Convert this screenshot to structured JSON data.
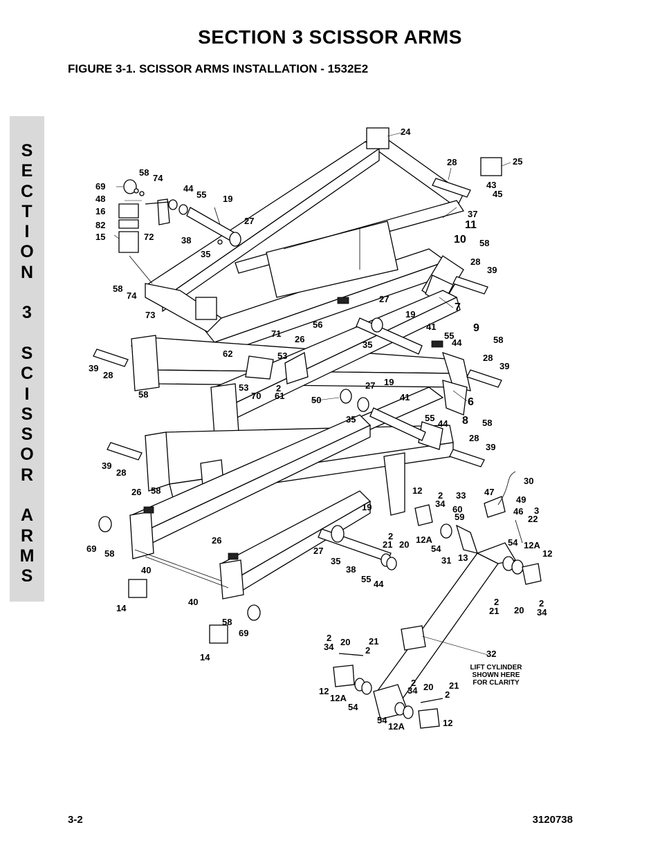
{
  "header": {
    "section_title": "SECTION 3   SCISSOR ARMS",
    "figure_title": "FIGURE 3-1.    SCISSOR ARMS INSTALLATION - 1532E2"
  },
  "side_tab": {
    "letters": [
      "S",
      "E",
      "C",
      "T",
      "I",
      "O",
      "N",
      " ",
      "3",
      " ",
      "S",
      "C",
      "I",
      "S",
      "S",
      "O",
      "R",
      " ",
      "A",
      "R",
      "M",
      "S"
    ]
  },
  "diagram": {
    "note": [
      "LIFT CYLINDER",
      "SHOWN HERE",
      "FOR CLARITY"
    ],
    "callouts": [
      "24",
      "25",
      "28",
      "43",
      "45",
      "37",
      "11",
      "10",
      "58",
      "28",
      "39",
      "7",
      "58",
      "74",
      "69",
      "48",
      "16",
      "82",
      "15",
      "72",
      "44",
      "55",
      "19",
      "27",
      "38",
      "35",
      "58",
      "74",
      "73",
      "27",
      "19",
      "41",
      "55",
      "44",
      "9",
      "58",
      "28",
      "39",
      "6",
      "35",
      "56",
      "26",
      "71",
      "53",
      "62",
      "53",
      "70",
      "2",
      "61",
      "39",
      "28",
      "58",
      "50",
      "27",
      "19",
      "41",
      "35",
      "55",
      "44",
      "8",
      "58",
      "28",
      "39",
      "39",
      "28",
      "26",
      "58",
      "69",
      "58",
      "40",
      "14",
      "26",
      "40",
      "58",
      "69",
      "14",
      "12",
      "2",
      "34",
      "33",
      "60",
      "59",
      "47",
      "49",
      "46",
      "30",
      "3",
      "22",
      "19",
      "2",
      "21",
      "20",
      "12A",
      "54",
      "31",
      "13",
      "54",
      "12A",
      "12",
      "27",
      "35",
      "38",
      "55",
      "44",
      "2",
      "21",
      "20",
      "2",
      "34",
      "32",
      "2",
      "34",
      "20",
      "21",
      "2",
      "12",
      "12A",
      "54",
      "2",
      "34",
      "20",
      "21",
      "2",
      "54",
      "12A",
      "12"
    ]
  },
  "footer": {
    "page_number": "3-2",
    "document_number": "3120738"
  }
}
